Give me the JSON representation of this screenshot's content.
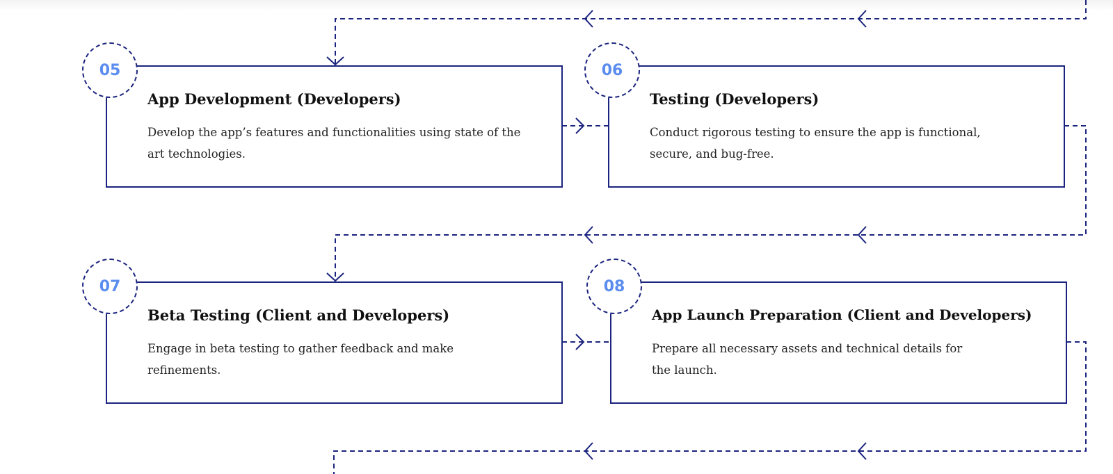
{
  "colors": {
    "line": "#1a237e",
    "number": "#5b8def",
    "title": "#111111",
    "text": "#222222"
  },
  "steps": [
    {
      "number": "05",
      "title": "App Development (Developers)",
      "description": "Develop the app’s features and functionalities using state of the art technologies."
    },
    {
      "number": "06",
      "title": "Testing (Developers)",
      "description": "Conduct rigorous testing to ensure the app is functional, secure, and bug-free."
    },
    {
      "number": "07",
      "title": "Beta Testing (Client and Developers)",
      "description": "Engage in beta testing to gather feedback and make refinements."
    },
    {
      "number": "08",
      "title": "App Launch Preparation (Client and Developers)",
      "description": "Prepare all necessary assets and technical details for the launch."
    }
  ]
}
